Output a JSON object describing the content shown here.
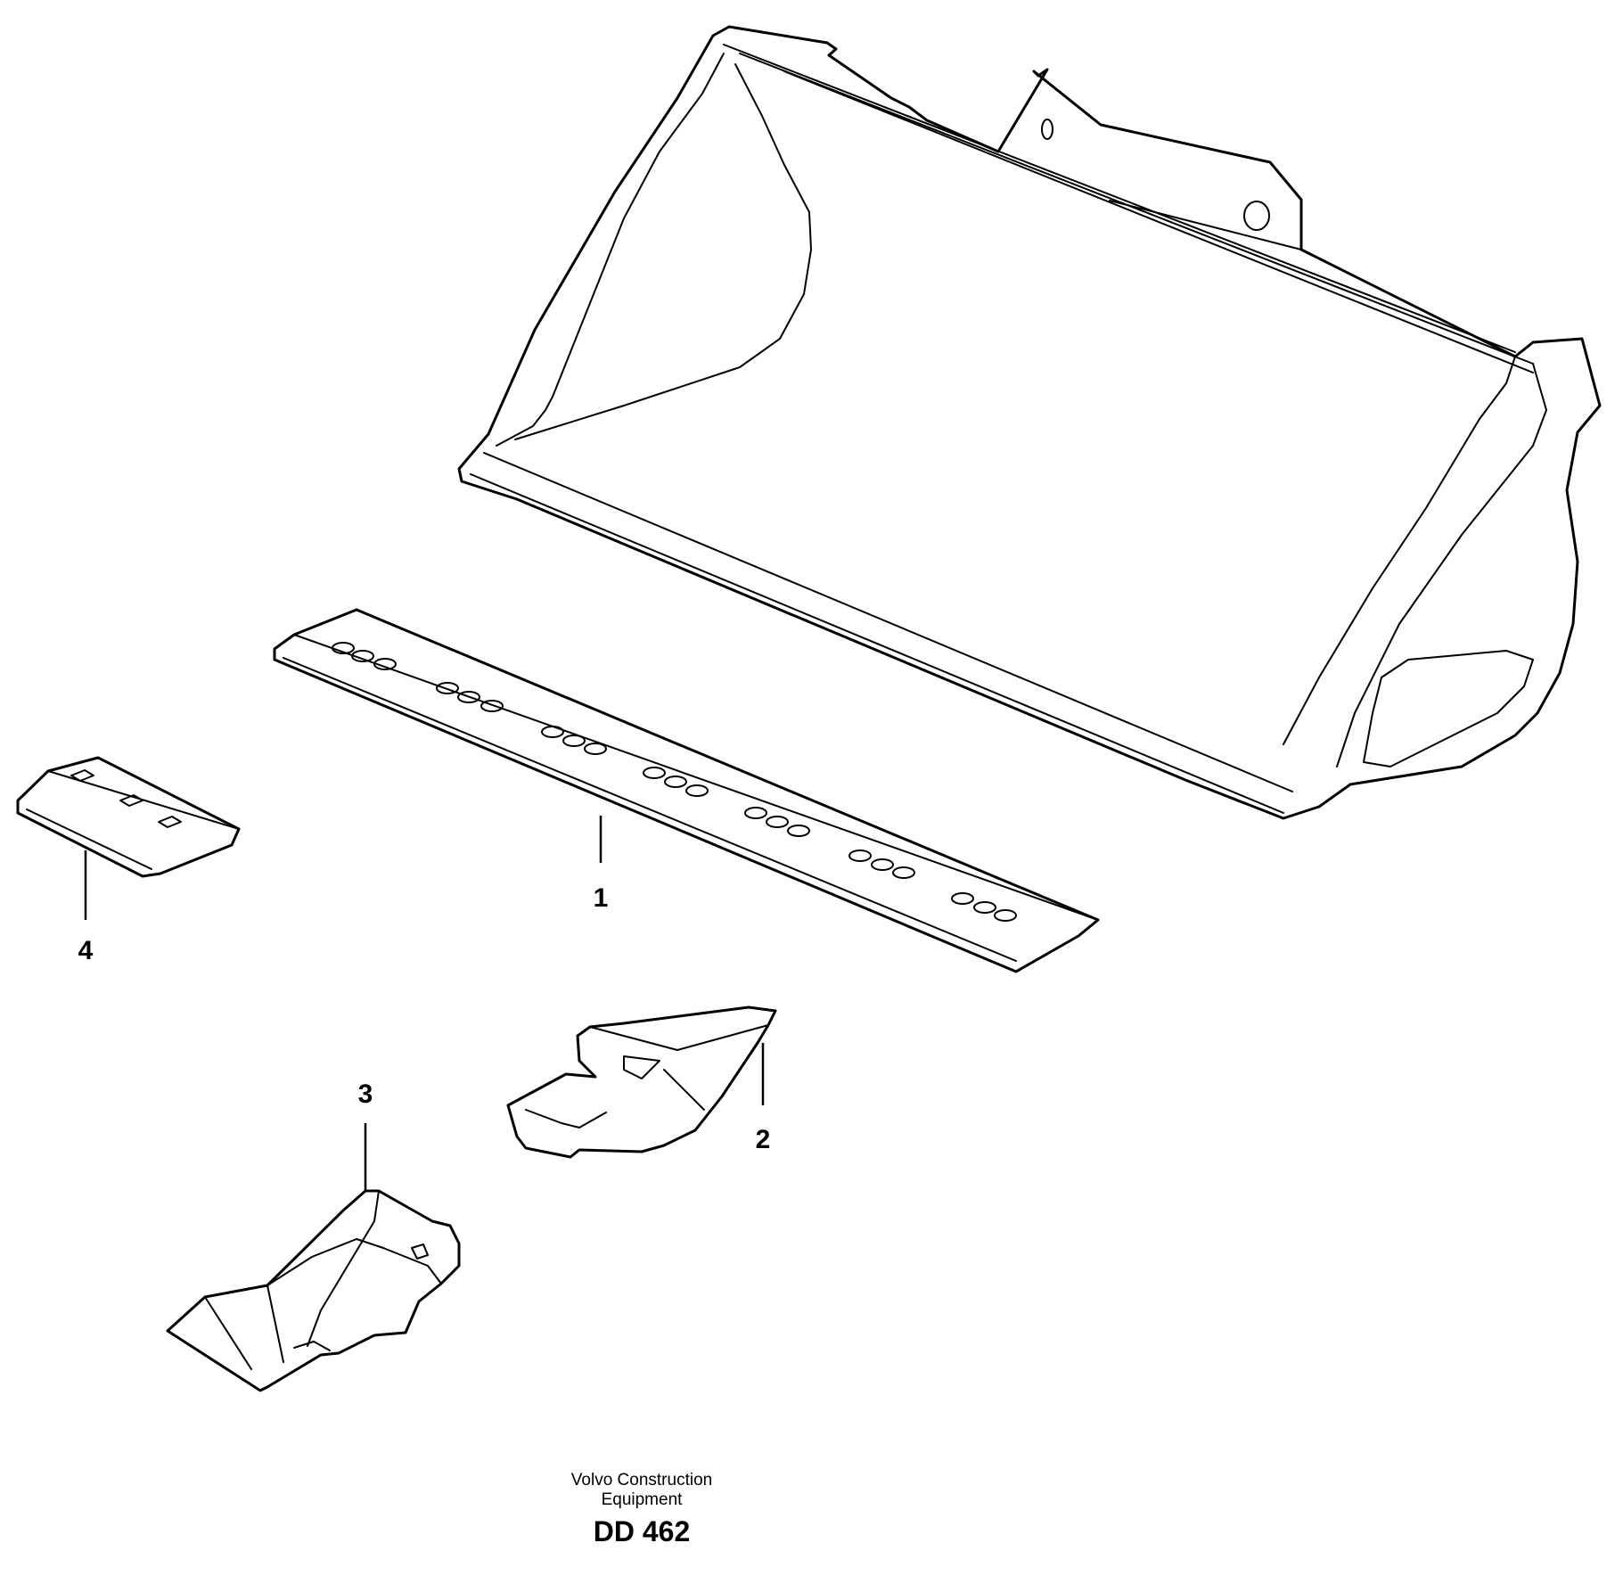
{
  "parts": [
    {
      "id": "1",
      "label": "1"
    },
    {
      "id": "2",
      "label": "2"
    },
    {
      "id": "3",
      "label": "3"
    },
    {
      "id": "4",
      "label": "4"
    }
  ],
  "footer": {
    "company_line1": "Volvo Construction",
    "company_line2": "Equipment",
    "code": "DD 462"
  }
}
